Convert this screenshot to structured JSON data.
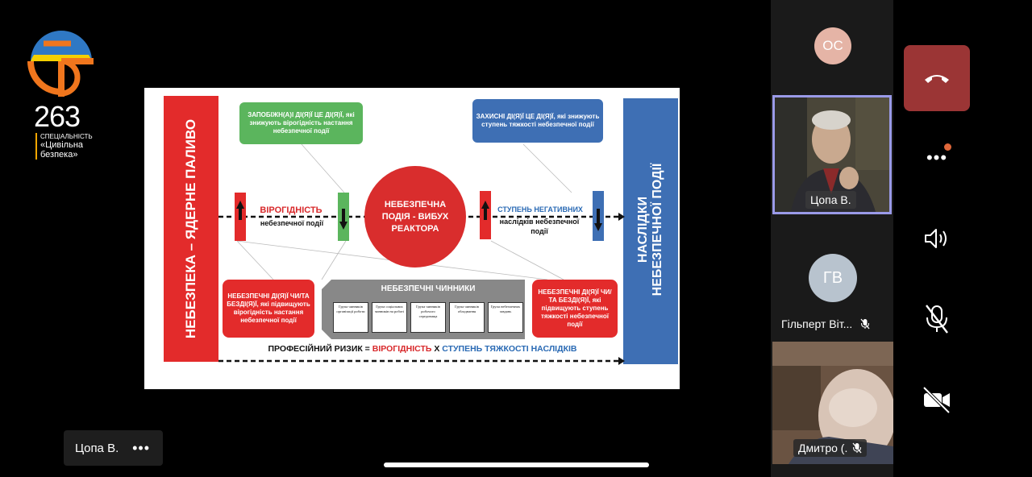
{
  "logo": {
    "number": "263",
    "spec_label": "СПЕЦІАЛЬНІСТЬ",
    "spec_name": "«Цивільна безпека»"
  },
  "slide": {
    "left_bar": "НЕБЕЗПЕКА – ЯДЕРНЕ ПАЛИВО",
    "right_bar_line1": "НАСЛІДКИ",
    "right_bar_line2": "НЕБЕЗПЕЧНОЇ ПОДІЇ",
    "green_box": "ЗАПОБІЖН(А)І ДІ(Я)Ї ЦЕ ДІ(Я)Ї, які знижують вірогідність настання небезпечної події",
    "blue_box": "ЗАХИСНІ ДІ(Я)Ї ЦЕ ДІ(Я)Ї, які знижують ступень тяжкості небезпечної події",
    "center_circle": "НЕБЕЗПЕЧНА ПОДІЯ - ВИБУХ РЕАКТОРА",
    "probability_label": "ВІРОГІДНІСТЬ",
    "probability_sub": "небезпечної події",
    "severity_label": "СТУПЕНЬ НЕГАТИВНИХ",
    "severity_sub": "наслідків небезпечної події",
    "red_left_box": "НЕБЕЗПЕЧНІ ДІ(Я)Ї ЧИ/ТА БЕЗДІ(Я)Ї, які підвищують вірогідність настання небезпечної події",
    "red_right_box": "НЕБЕЗПЕЧНІ ДІ(Я)Ї ЧИ/ТА БЕЗДІ(Я)Ї, які підвищують ступень тяжкості небезпечної події",
    "factors_title": "НЕБЕЗПЕЧНІ ЧИННИКИ",
    "factor_cells": [
      "Група чинників організації роботи",
      "Група соціальних чинників на роботі",
      "Група чинників робочого середовища",
      "Група чинників обладнання",
      "Група небезпечних завдань"
    ],
    "formula_prefix": "ПРОФЕСІЙНИЙ РИЗИК = ",
    "formula_prob": "ВІРОГІДНІСТЬ",
    "formula_x": " Х ",
    "formula_sev": "СТУПЕНЬ ТЯЖКОСТІ НАСЛІДКІВ"
  },
  "presenter_chip": {
    "name": "Цопа В.",
    "more": "•••"
  },
  "participants": [
    {
      "initials": "ОС",
      "name": ""
    },
    {
      "initials": "",
      "name": "Цопа В."
    },
    {
      "initials": "ГВ",
      "name": "Гільперт Віт..."
    },
    {
      "initials": "",
      "name": "Дмитро (."
    }
  ],
  "controls": {
    "end_call": "end-call",
    "more": "•••",
    "speaker": "speaker",
    "mic": "mic-off",
    "camera": "camera-off"
  },
  "colors": {
    "red": "#e32b2b",
    "green": "#5bb55d",
    "blue": "#3e6fb4",
    "end_call": "#9b3535",
    "avatar_os": "#e5b4a6",
    "avatar_gv": "#b8c3ce"
  }
}
